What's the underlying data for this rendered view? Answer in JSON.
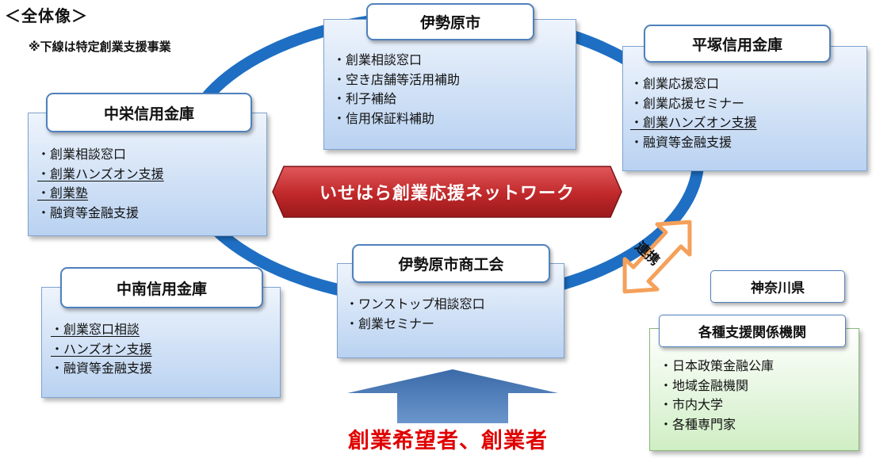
{
  "heading": "＜全体像＞",
  "note": "※下線は特定創業支援事業",
  "network_label": "いせはら創業応援ネットワーク",
  "link_label": "連携",
  "target_label": "創業希望者、創業者",
  "colors": {
    "ring": "#1e6fc3",
    "banner": "#c0282a",
    "link_arrow": "#f5a05a",
    "target_text": "#e00000",
    "up_arrow": "#4a7ab8"
  },
  "nodes": {
    "isehara_city": {
      "title": "伊勢原市",
      "items": [
        {
          "text": "・創業相談窓口",
          "underline": false
        },
        {
          "text": "・空き店舗等活用補助",
          "underline": false
        },
        {
          "text": "・利子補給",
          "underline": false
        },
        {
          "text": "・信用保証料補助",
          "underline": false
        }
      ]
    },
    "hiratsuka": {
      "title": "平塚信用金庫",
      "items": [
        {
          "text": "・創業応援窓口",
          "underline": false
        },
        {
          "text": "・創業応援セミナー",
          "underline": false
        },
        {
          "text": "・創業ハンズオン支援",
          "underline": true
        },
        {
          "text": "・融資等金融支援",
          "underline": false
        }
      ]
    },
    "chuei": {
      "title": "中栄信用金庫",
      "items": [
        {
          "text": "・創業相談窓口",
          "underline": false
        },
        {
          "text": "・創業ハンズオン支援",
          "underline": true
        },
        {
          "text": "・創業塾",
          "underline": true
        },
        {
          "text": "・融資等金融支援",
          "underline": false
        }
      ]
    },
    "chunan": {
      "title": "中南信用金庫",
      "items": [
        {
          "text": "・創業窓口相談",
          "underline": true
        },
        {
          "text": "・ハンズオン支援",
          "underline": true
        },
        {
          "text": "・融資等金融支援",
          "underline": false
        }
      ]
    },
    "chamber": {
      "title": "伊勢原市商工会",
      "items": [
        {
          "text": "・ワンストップ相談窓口",
          "underline": false
        },
        {
          "text": "・創業セミナー",
          "underline": false
        }
      ]
    },
    "kanagawa": {
      "title": "神奈川県"
    },
    "support_orgs": {
      "title": "各種支援関係機関",
      "items": [
        {
          "text": "・日本政策金融公庫",
          "underline": false
        },
        {
          "text": "・地域金融機関",
          "underline": false
        },
        {
          "text": "・市内大学",
          "underline": false
        },
        {
          "text": "・各種専門家",
          "underline": false
        }
      ]
    }
  }
}
